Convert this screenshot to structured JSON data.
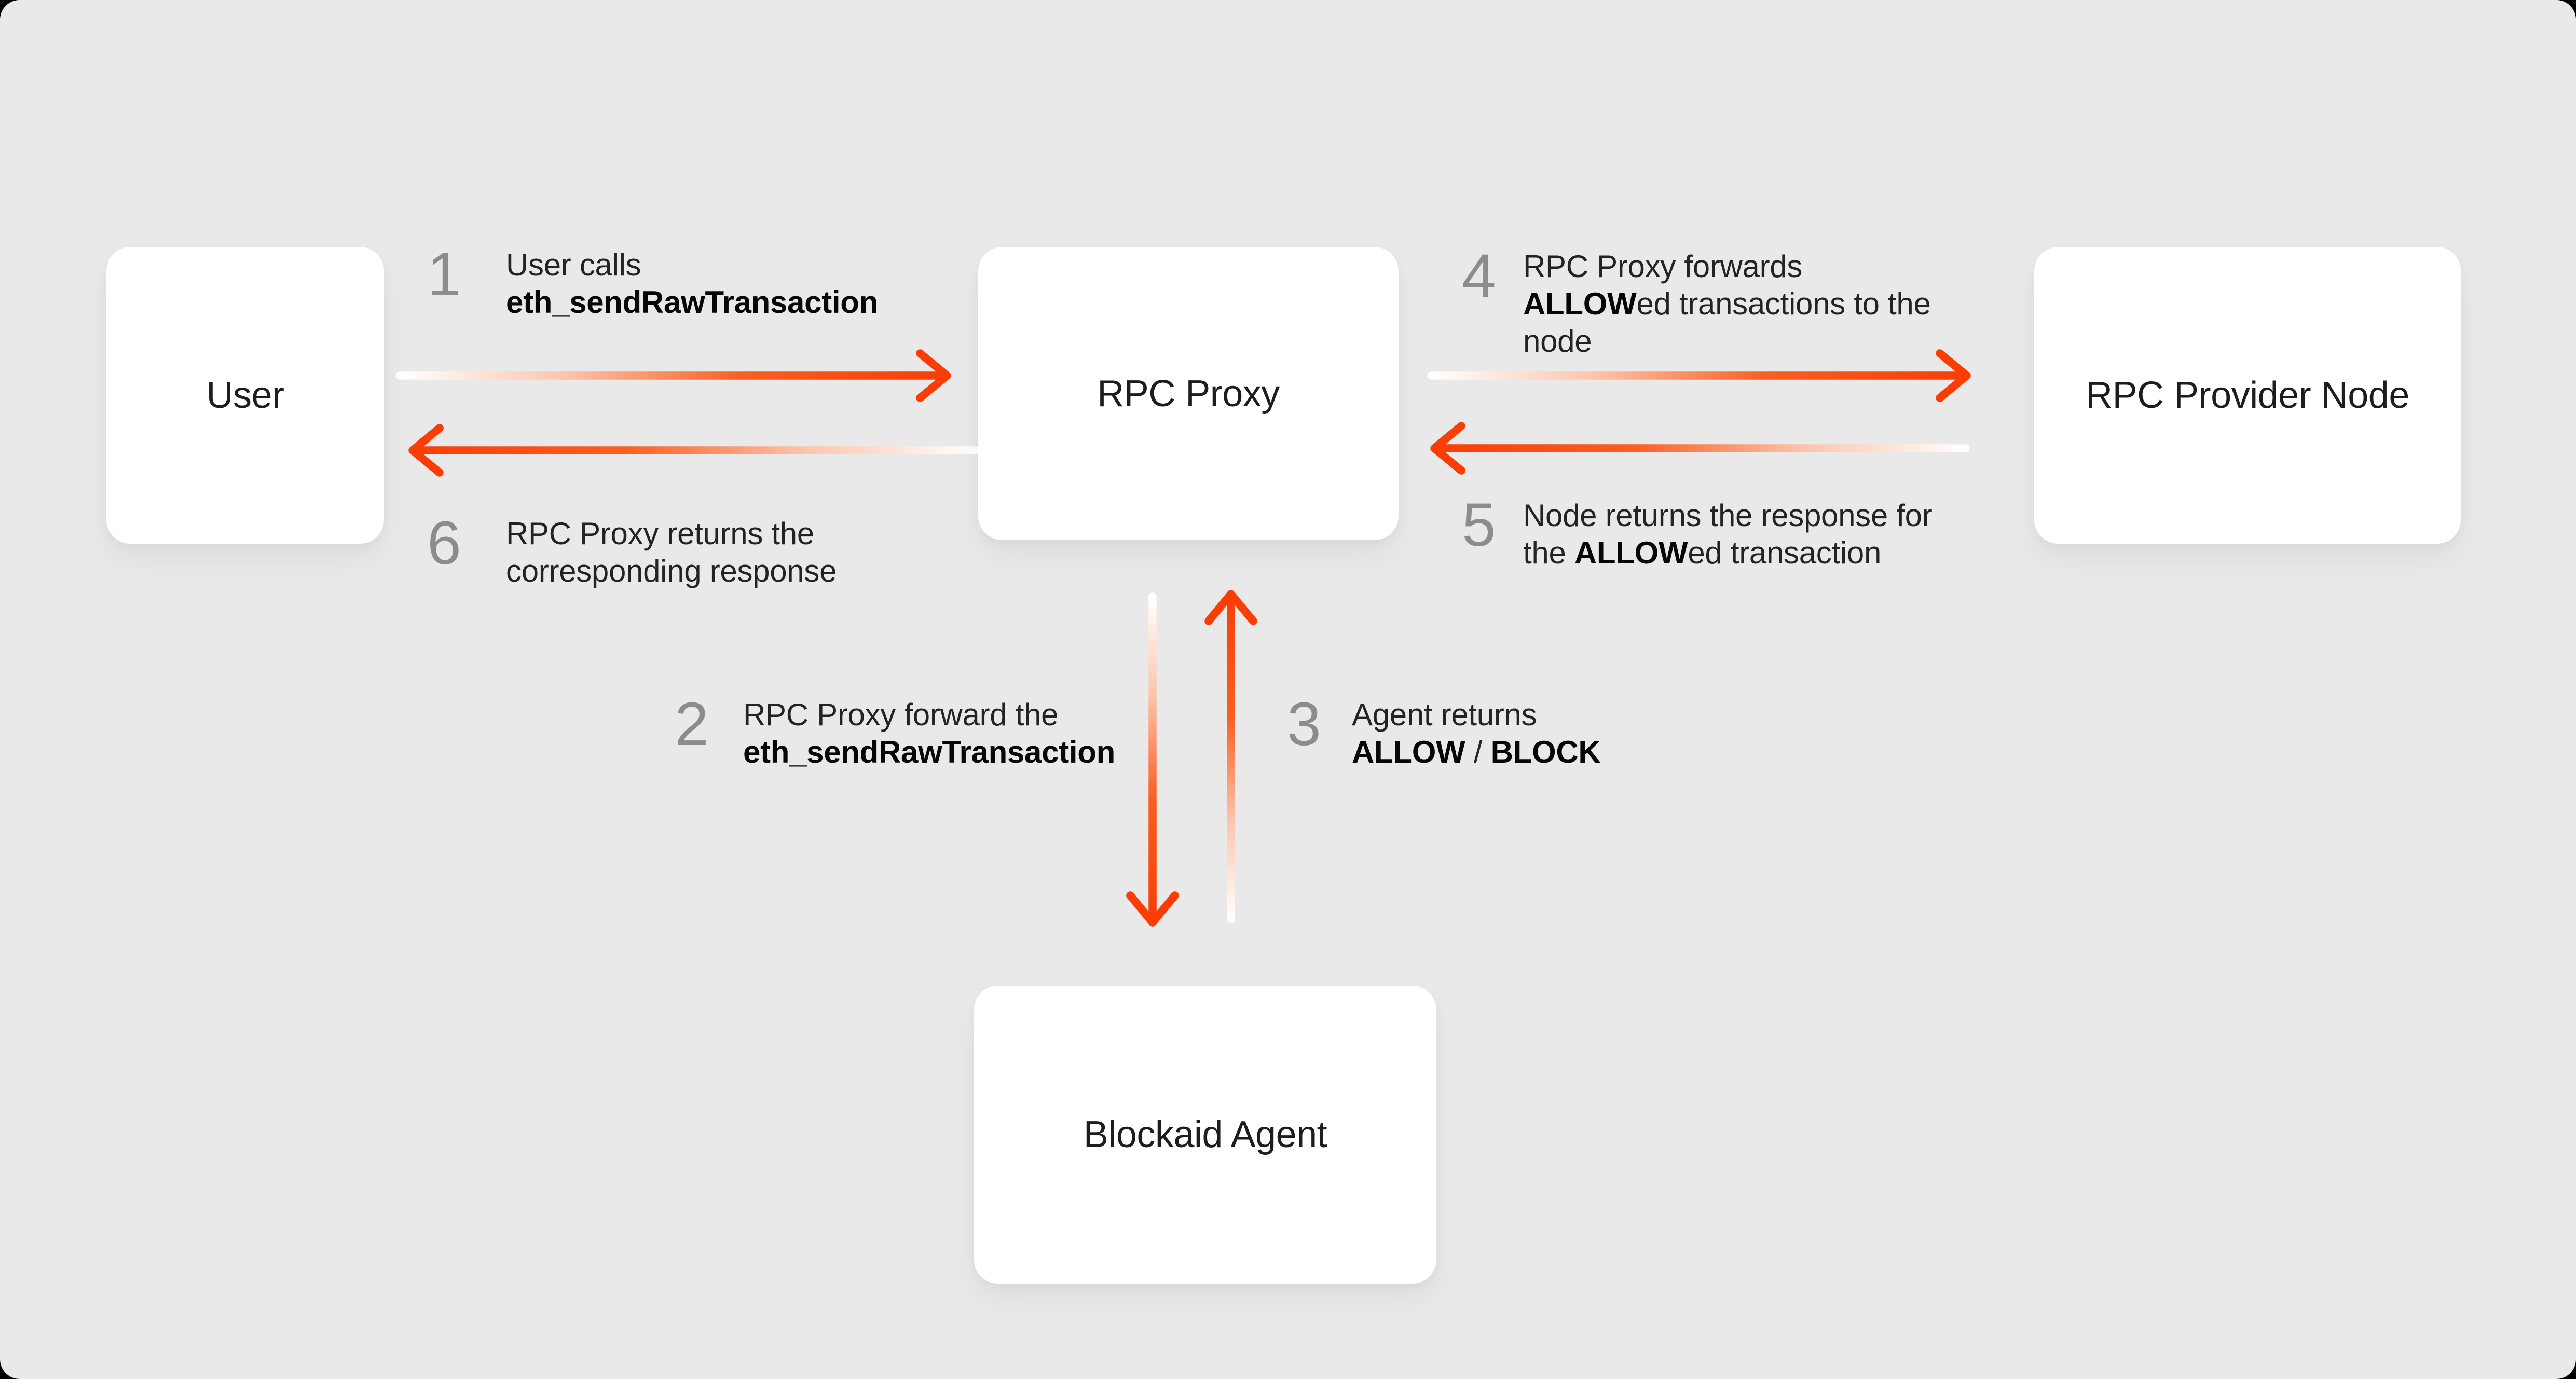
{
  "colors": {
    "background": "#e9e9e9",
    "box_background": "#ffffff",
    "arrow_orange": "#f93d05",
    "arrow_tail_white": "#ffffff",
    "number_gray": "#8c8c8c",
    "text_dark": "#232323",
    "text_bold": "#070707"
  },
  "boxes": {
    "user": "User",
    "rpc_proxy": "RPC Proxy",
    "rpc_provider_node": "RPC Provider Node",
    "blockaid_agent": "Blockaid Agent"
  },
  "steps": {
    "step1": {
      "number": "1",
      "lines": [
        [
          {
            "text": "User calls",
            "bold": false
          }
        ],
        [
          {
            "text": "eth_sendRawTransaction",
            "bold": true
          }
        ]
      ]
    },
    "step2": {
      "number": "2",
      "lines": [
        [
          {
            "text": "RPC Proxy forward the",
            "bold": false
          }
        ],
        [
          {
            "text": "eth_sendRawTransaction",
            "bold": true
          }
        ]
      ]
    },
    "step3": {
      "number": "3",
      "lines": [
        [
          {
            "text": "Agent returns",
            "bold": false
          }
        ],
        [
          {
            "text": "ALLOW",
            "bold": true
          },
          {
            "text": " / ",
            "bold": false
          },
          {
            "text": "BLOCK",
            "bold": true
          }
        ]
      ]
    },
    "step4": {
      "number": "4",
      "lines": [
        [
          {
            "text": "RPC Proxy forwards",
            "bold": false
          }
        ],
        [
          {
            "text": "ALLOW",
            "bold": true
          },
          {
            "text": "ed transactions to the",
            "bold": false
          }
        ],
        [
          {
            "text": "node",
            "bold": false
          }
        ]
      ]
    },
    "step5": {
      "number": "5",
      "lines": [
        [
          {
            "text": "Node returns the response for",
            "bold": false
          }
        ],
        [
          {
            "text": "the ",
            "bold": false
          },
          {
            "text": "ALLOW",
            "bold": true
          },
          {
            "text": "ed transaction",
            "bold": false
          }
        ]
      ]
    },
    "step6": {
      "number": "6",
      "lines": [
        [
          {
            "text": "RPC Proxy returns the",
            "bold": false
          }
        ],
        [
          {
            "text": "corresponding response",
            "bold": false
          }
        ]
      ]
    }
  }
}
